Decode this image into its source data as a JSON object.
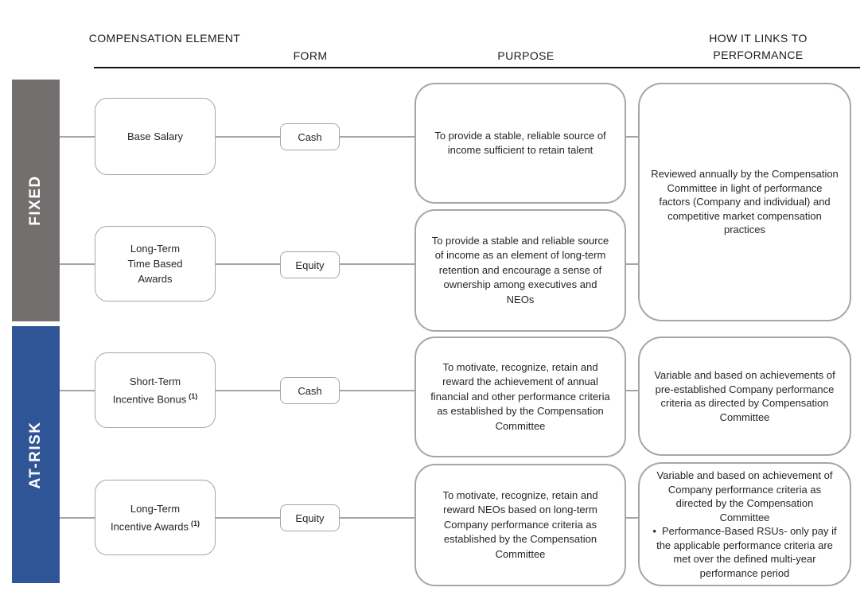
{
  "header": {
    "columns": [
      "COMPENSATION ELEMENT",
      "FORM",
      "PURPOSE",
      "HOW IT LINKS TO PERFORMANCE"
    ]
  },
  "groups": {
    "fixed": "FIXED",
    "at_risk": "AT-RISK"
  },
  "rows": [
    {
      "element": "Base Salary",
      "footnote": "",
      "form": "Cash",
      "purpose": "To provide a stable, reliable source of income sufficient to retain talent"
    },
    {
      "element": "Long-Term\nTime Based\nAwards",
      "footnote": "",
      "form": "Equity",
      "purpose": "To provide a stable and reliable source of income as an element of long-term retention and encourage a sense of ownership among executives and NEOs"
    },
    {
      "element": "Short-Term\nIncentive Bonus",
      "footnote": "(1)",
      "form": "Cash",
      "purpose": "To motivate, recognize, retain and reward the achievement of annual financial and other performance criteria as established by the Compensation Committee"
    },
    {
      "element": "Long-Term\nIncentive Awards",
      "footnote": "(1)",
      "form": "Equity",
      "purpose": "To motivate, recognize, retain and reward NEOs based on long-term Company performance criteria as established by the Compensation Committee"
    }
  ],
  "links": [
    {
      "text": "Reviewed annually by the Compensation Committee in light of performance factors (Company and individual) and competitive market compensation practices"
    },
    {
      "text": "Variable and based on achievements of pre-established Company performance criteria as directed by Compensation Committee"
    },
    {
      "text": "Variable and based on achievement of Company performance criteria as directed by the Compensation Committee",
      "bullet_marker": "•",
      "bullet_text": "Performance-Based RSUs- only pay if the applicable performance criteria are met over the defined multi-year performance period"
    }
  ],
  "colors": {
    "fixed_bar": "#736f6e",
    "at_risk_bar": "#2f5596",
    "box_border": "#a6a6a6",
    "connector": "#a6a6a6",
    "header_rule": "#111111"
  }
}
